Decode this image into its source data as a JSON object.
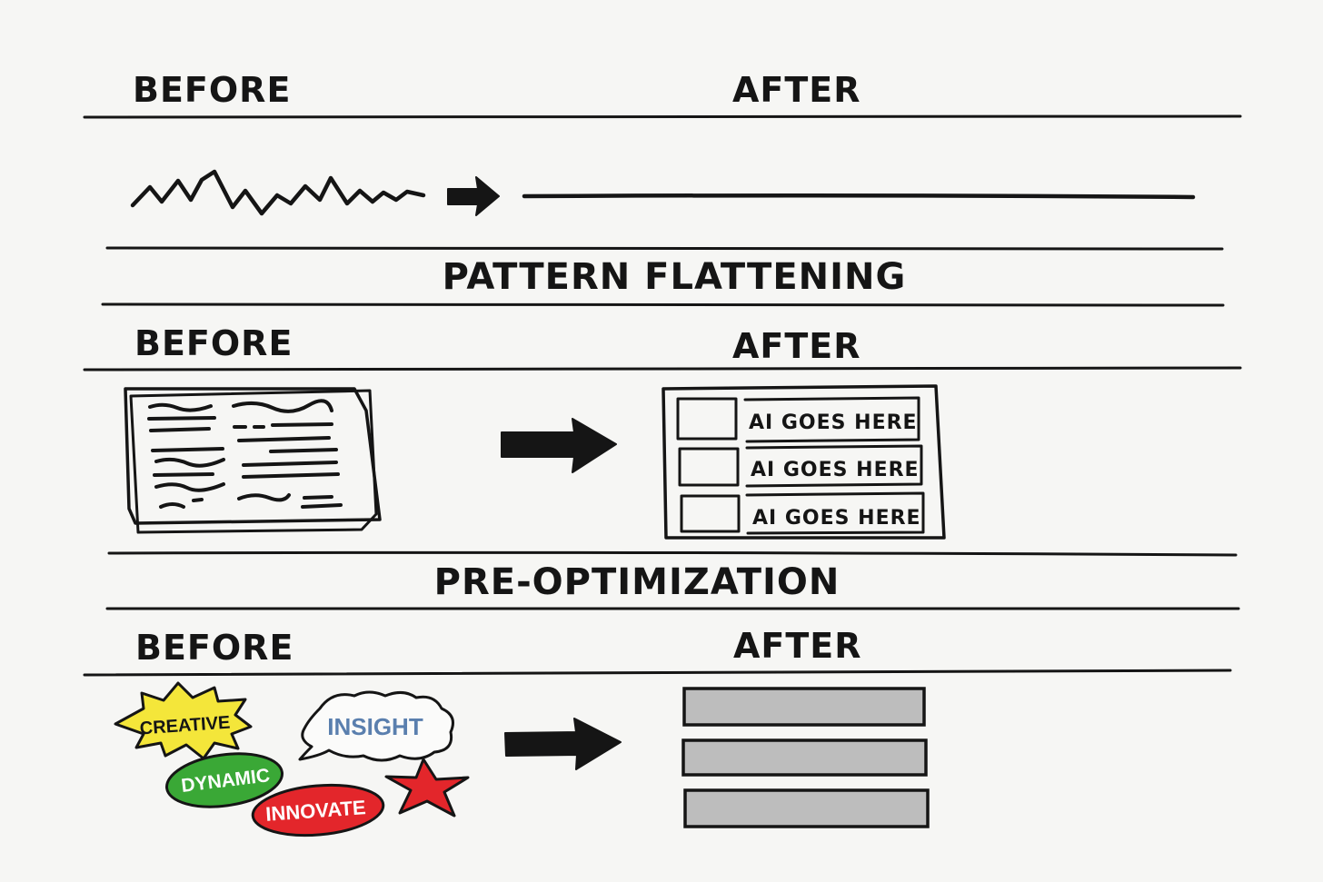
{
  "colors": {
    "ink": "#151515",
    "paper": "#f6f6f4",
    "yellow": "#f4e63a",
    "green": "#3aa836",
    "red": "#e3262b",
    "blue_text": "#5a7fae",
    "gray_bar": "#bdbdbd"
  },
  "sections": [
    {
      "before_label": "BEFORE",
      "after_label": "AFTER",
      "title": "PATTERN FLATTENING"
    },
    {
      "before_label": "BEFORE",
      "after_label": "AFTER",
      "title": "PRE-OPTIMIZATION",
      "after_rows": [
        "AI GOES HERE",
        "AI GOES HERE",
        "AI GOES HERE"
      ]
    },
    {
      "before_label": "BEFORE",
      "after_label": "AFTER",
      "before_words": {
        "creative": "CREATIVE",
        "insight": "INSIGHT",
        "dynamic": "DYNAMIC",
        "innovate": "INNOVATE"
      }
    }
  ]
}
